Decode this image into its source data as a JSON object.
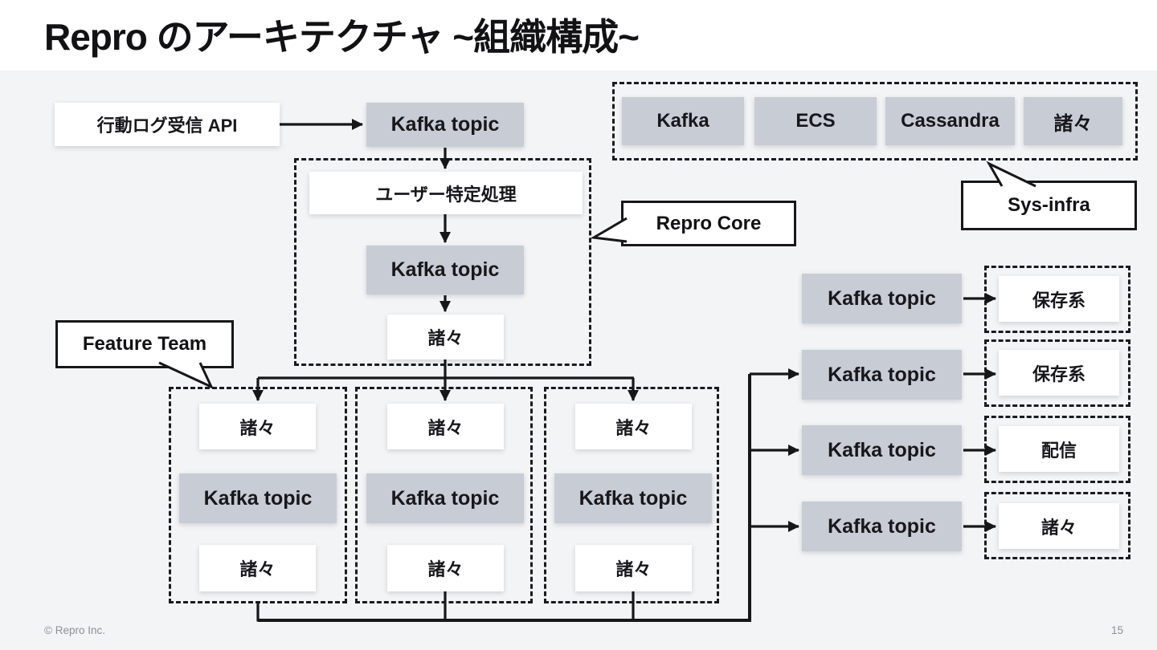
{
  "slide": {
    "title": "Repro のアーキテクチャ ~組織構成~",
    "footer": {
      "copyright": "© Repro Inc.",
      "page": "15"
    }
  },
  "colors": {
    "background": "#f3f4f6",
    "header_background": "#ffffff",
    "node_gray": "#c8ccd5",
    "node_white": "#ffffff",
    "line_black": "#17171a",
    "footer_gray": "#8e8e94"
  },
  "ingress": {
    "api_label": "行動ログ受信 API",
    "topic_label": "Kafka topic"
  },
  "sys_infra": {
    "callout_label": "Sys-infra",
    "items": [
      "Kafka",
      "ECS",
      "Cassandra",
      "諸々"
    ]
  },
  "repro_core": {
    "callout_label": "Repro Core",
    "pipeline": [
      "ユーザー特定処理",
      "Kafka topic",
      "諸々"
    ]
  },
  "feature_team": {
    "callout_label": "Feature Team",
    "teams": [
      {
        "top": "諸々",
        "topic": "Kafka topic",
        "bottom": "諸々"
      },
      {
        "top": "諸々",
        "topic": "Kafka topic",
        "bottom": "諸々"
      },
      {
        "top": "諸々",
        "topic": "Kafka topic",
        "bottom": "諸々"
      }
    ]
  },
  "egress": {
    "rows": [
      {
        "topic": "Kafka topic",
        "dest": "保存系"
      },
      {
        "topic": "Kafka topic",
        "dest": "保存系"
      },
      {
        "topic": "Kafka topic",
        "dest": "配信"
      },
      {
        "topic": "Kafka topic",
        "dest": "諸々"
      }
    ]
  }
}
